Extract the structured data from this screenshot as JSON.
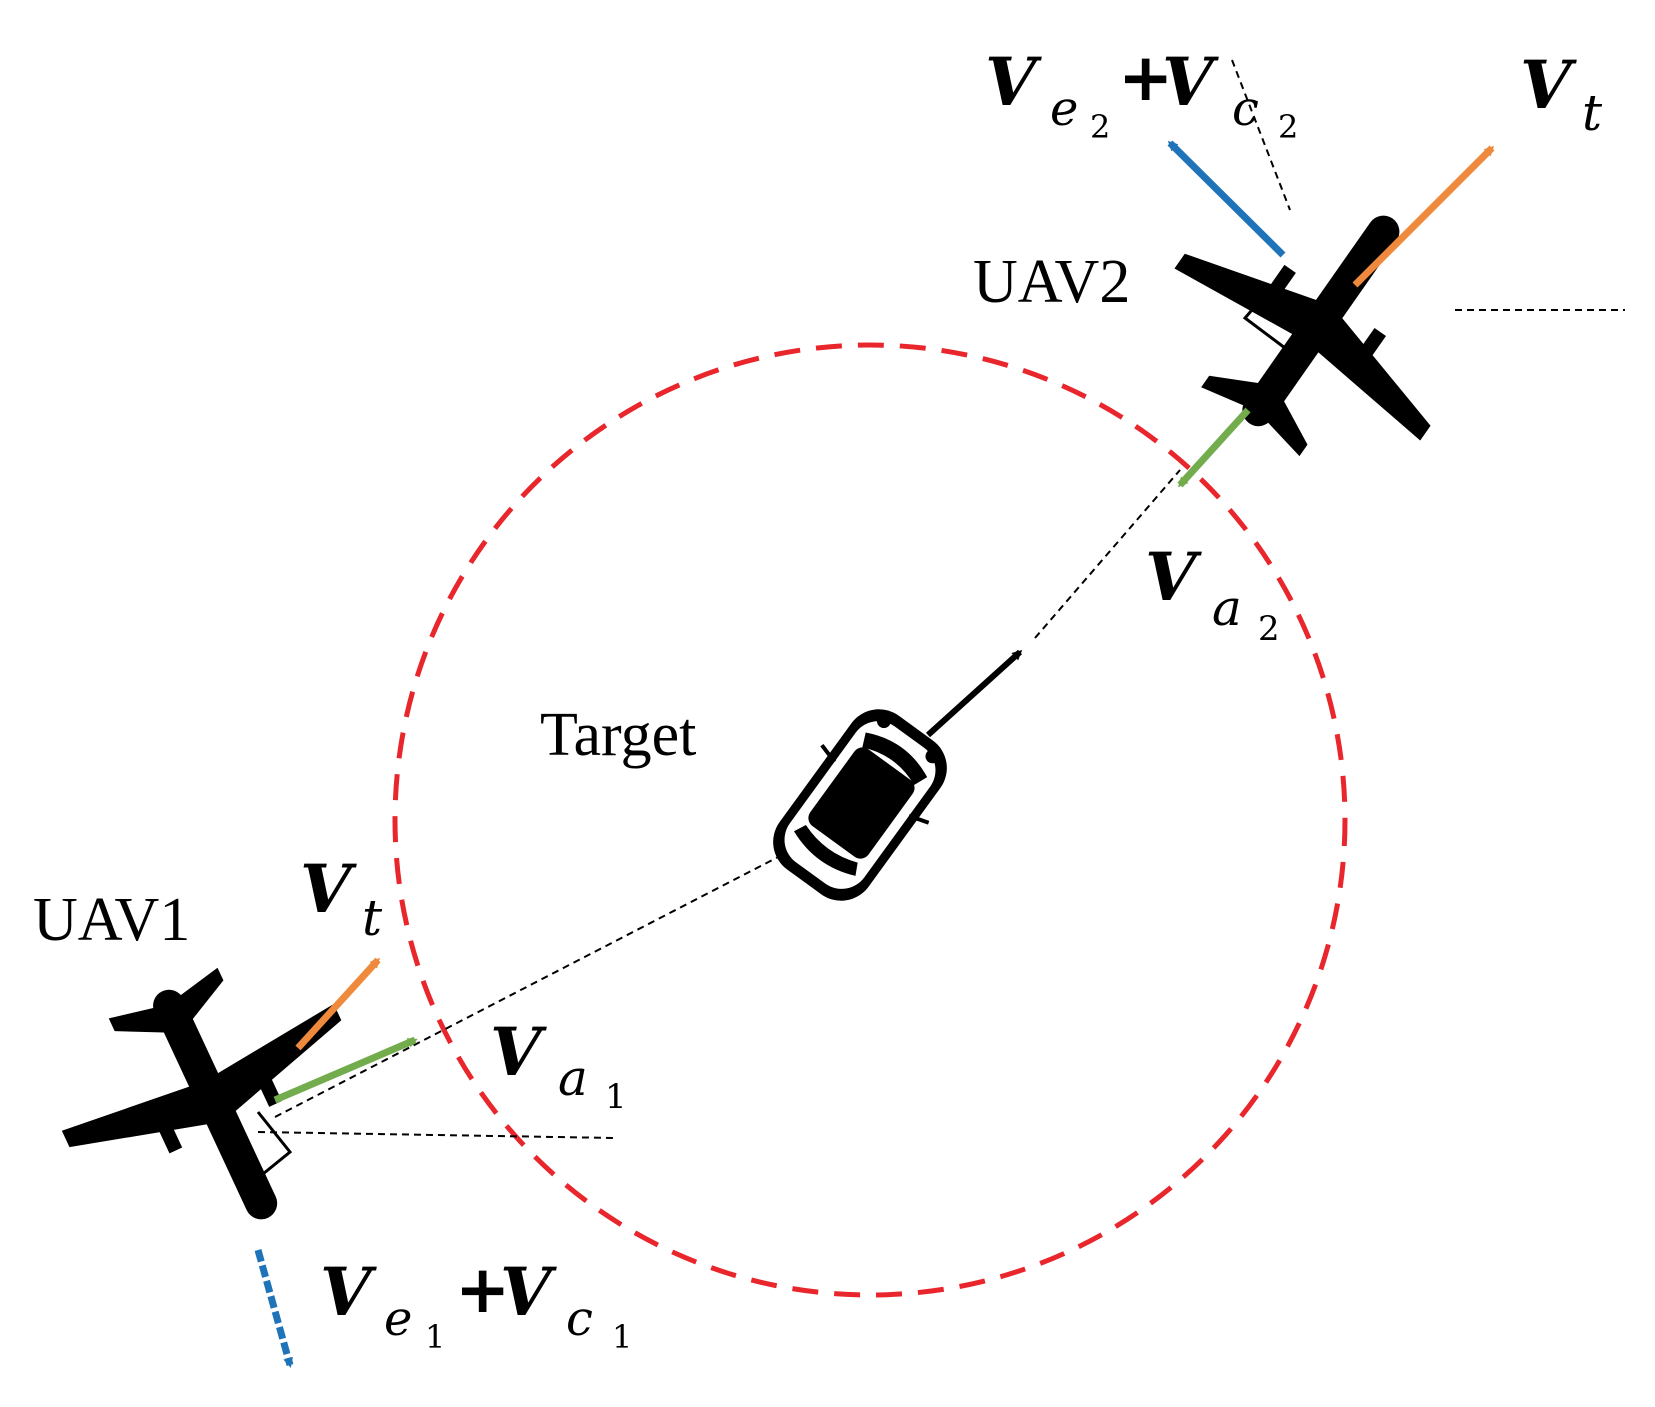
{
  "colors": {
    "circle": "#e8262c",
    "target_velocity": "#ef8a3c",
    "approach_velocity": "#72ac4c",
    "evasion_velocity": "#1f73b8",
    "ink": "#000000"
  },
  "labels": {
    "uav1": "UAV1",
    "uav2": "UAV2",
    "target": "Target"
  },
  "vectors": {
    "vt_uav1": {
      "main": "V",
      "sub": "t"
    },
    "va1": {
      "main": "V",
      "sub": "a",
      "subsub": "1"
    },
    "ve1c1": {
      "main1": "V",
      "sub1": "e",
      "subsub1": "1",
      "plus": "+",
      "main2": "V",
      "sub2": "c",
      "subsub2": "1"
    },
    "vt_uav2": {
      "main": "V",
      "sub": "t"
    },
    "va2": {
      "main": "V",
      "sub": "a",
      "subsub": "2"
    },
    "ve2c2": {
      "main1": "V",
      "sub1": "e",
      "subsub1": "2",
      "plus": "+",
      "main2": "V",
      "sub2": "c",
      "subsub2": "2"
    }
  },
  "icons": {
    "uav": "airplane-icon",
    "target": "car-icon"
  }
}
